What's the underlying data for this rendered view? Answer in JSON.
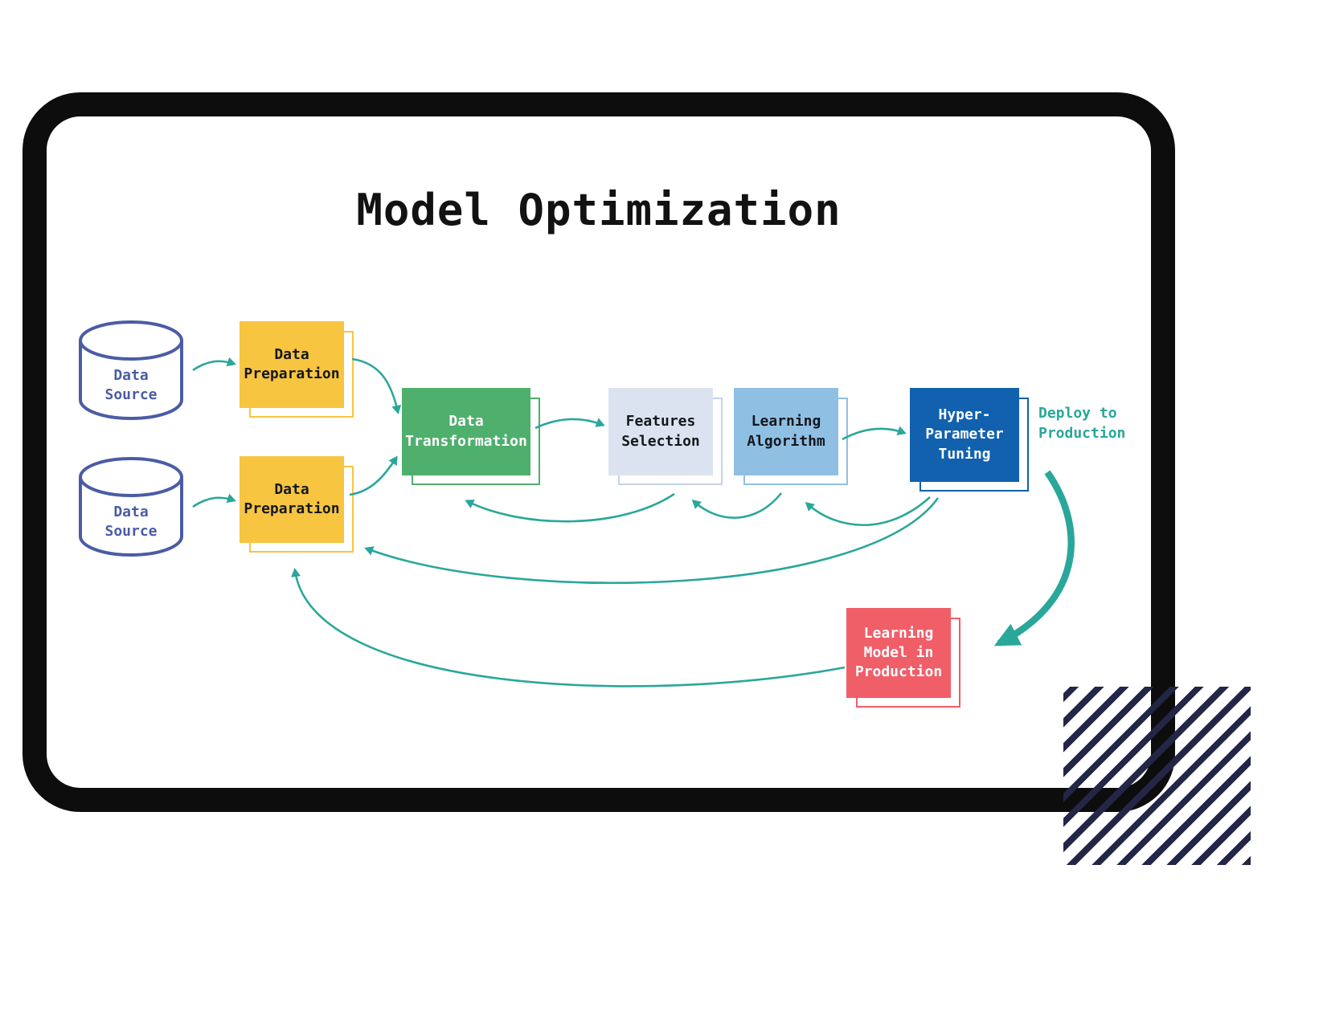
{
  "title": "Model Optimization",
  "nodes": {
    "data_source_top": {
      "line1": "Data",
      "line2": "Source"
    },
    "data_source_bottom": {
      "line1": "Data",
      "line2": "Source"
    },
    "data_prep_top": {
      "line1": "Data",
      "line2": "Preparation"
    },
    "data_prep_bottom": {
      "line1": "Data",
      "line2": "Preparation"
    },
    "data_transformation": {
      "line1": "Data",
      "line2": "Transformation"
    },
    "features_selection": {
      "line1": "Features",
      "line2": "Selection"
    },
    "hyperparameter_tuning": {
      "line1": "Hyper-",
      "line2": "Parameter",
      "line3": "Tuning"
    },
    "learning_algorithm": {
      "line1": "Learning",
      "line2": "Algorithm"
    },
    "learning_model_in_production": {
      "line1": "Learning",
      "line2": "Model in",
      "line3": "Production"
    }
  },
  "annotations": {
    "deploy_to_production": {
      "line1": "Deploy to",
      "line2": "Production"
    }
  },
  "colors": {
    "frame_black": "#0D0D0D",
    "arrow_teal": "#29A79A",
    "prep_yellow": "#F8C541",
    "transformation_green": "#4FAF6D",
    "features_pale_blue": "#DCE3F0",
    "algorithm_light_blue": "#8FC0E4",
    "tuning_dark_blue": "#1161AE",
    "production_red": "#F05E68",
    "source_indigo": "#4A5CA5",
    "stripes_navy": "#232647"
  }
}
